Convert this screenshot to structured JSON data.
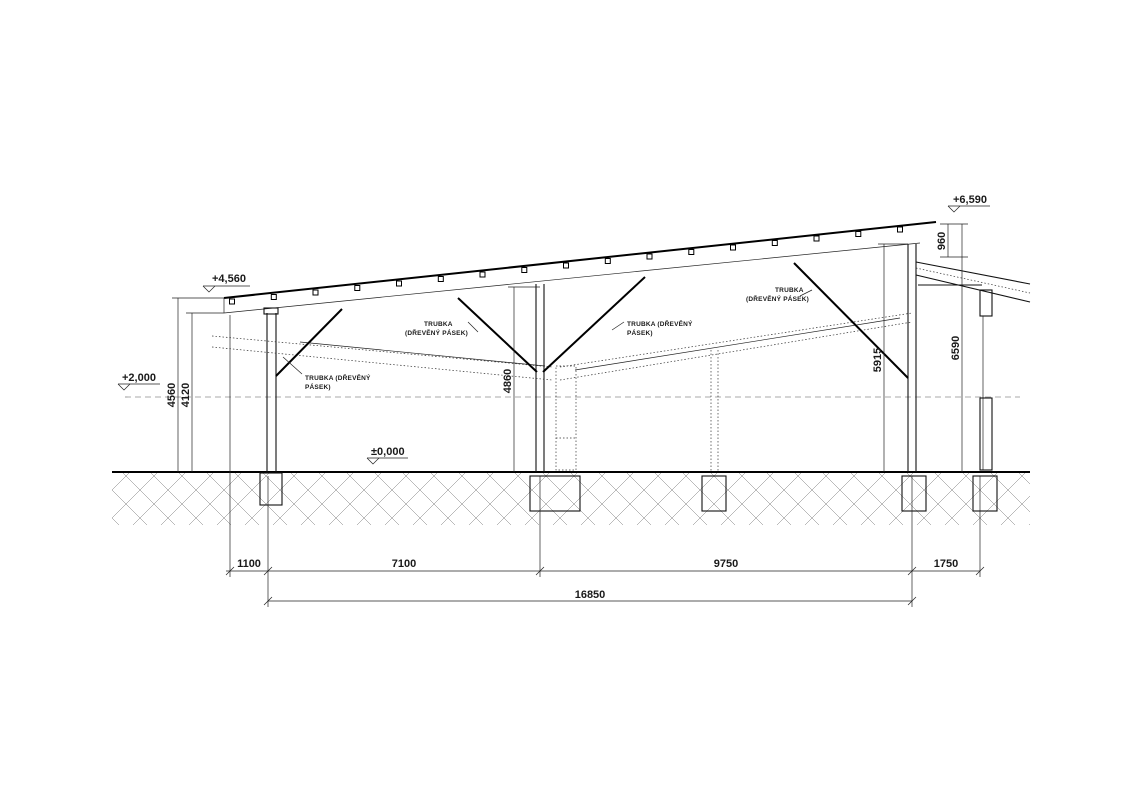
{
  "levels": {
    "eave_left": "+4,560",
    "ridge_right": "+6,590",
    "floor": "±0,000",
    "reference": "+2,000"
  },
  "vertical_dims": {
    "left_total": "4560",
    "left_clear": "4120",
    "middle": "4860",
    "right_inner": "5915",
    "right_total": "6590",
    "right_top": "960"
  },
  "horizontal_dims": {
    "overhang_left": "1100",
    "bay_1": "7100",
    "bay_2": "9750",
    "overhang_right": "1750",
    "total": "16850"
  },
  "notes": {
    "note_left": [
      "TRUBKA (DŘEVĚNÝ",
      "PÁSEK)"
    ],
    "note_center": [
      "TRUBKA",
      "(DŘEVĚNÝ PÁSEK)"
    ],
    "note_center_right": [
      "TRUBKA (DŘEVĚNÝ",
      "PÁSEK)"
    ],
    "note_right": [
      "TRUBKA",
      "(DŘEVĚNÝ PÁSEK)"
    ]
  }
}
